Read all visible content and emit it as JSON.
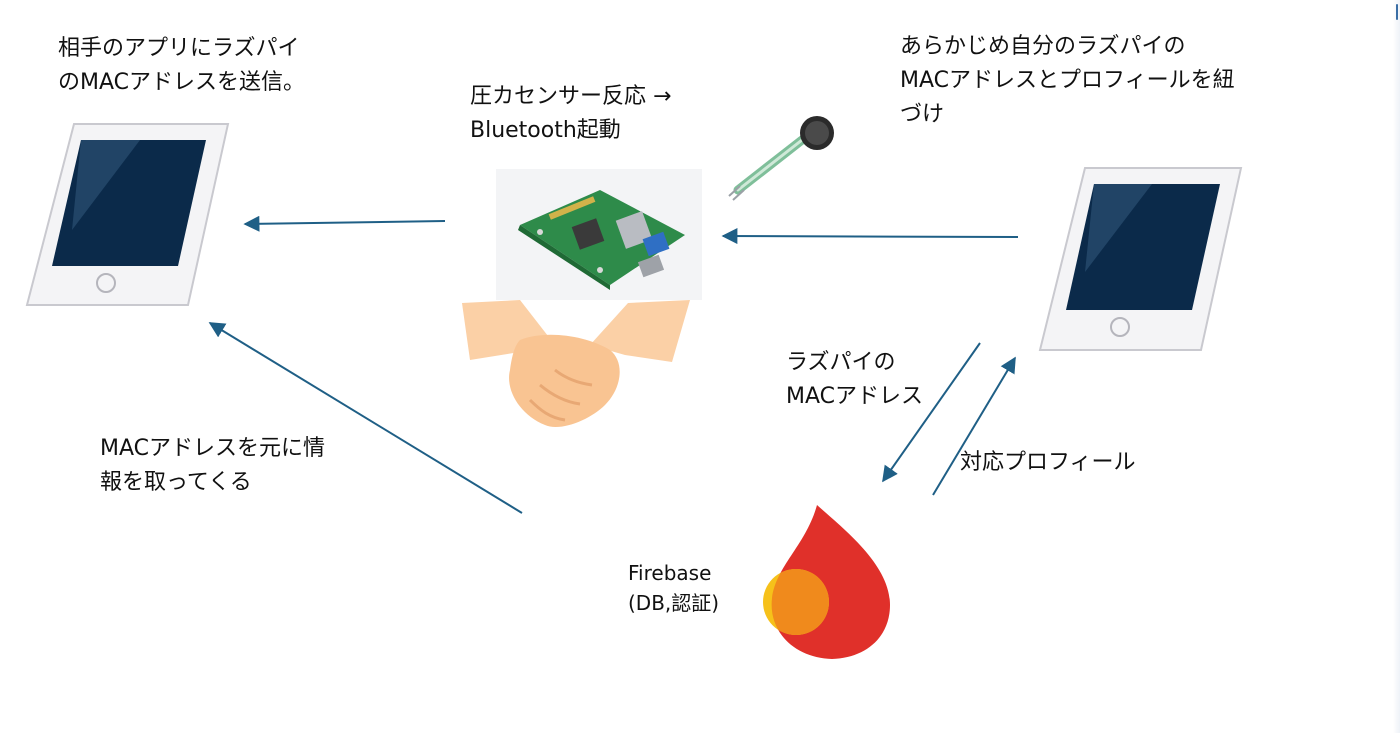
{
  "labels": {
    "send_mac": [
      "相手のアプリにラズパイ",
      "のMACアドレスを送信。"
    ],
    "pressure": [
      "圧カセンサー反応 →",
      "Bluetooth起動"
    ],
    "link_profile": [
      "あらかじめ自分のラズパイの",
      "MACアドレスとプロフィールを紐",
      "づけ"
    ],
    "pi_mac": [
      "ラズパイの",
      "MACアドレス"
    ],
    "profile": [
      "対応プロフィール"
    ],
    "fetch_info": [
      "MACアドレスを元に情",
      "報を取ってくる"
    ],
    "firebase": [
      "Firebase",
      "(DB,認証)"
    ]
  },
  "colors": {
    "arrow": "#1f5f86",
    "tablet_frame": "#f4f4f6",
    "tablet_screen": "#0b2a4a",
    "firebase_red": "#e0302a",
    "firebase_orange": "#f08a1c",
    "firebase_yellow": "#f6c11a",
    "skin": "#fbd0a6",
    "board_green": "#2e8b4a"
  },
  "icons": [
    "tablet-icon",
    "raspberry-pi-board",
    "pressure-sensor-icon",
    "handshake-icon",
    "firebase-flame-icon"
  ]
}
